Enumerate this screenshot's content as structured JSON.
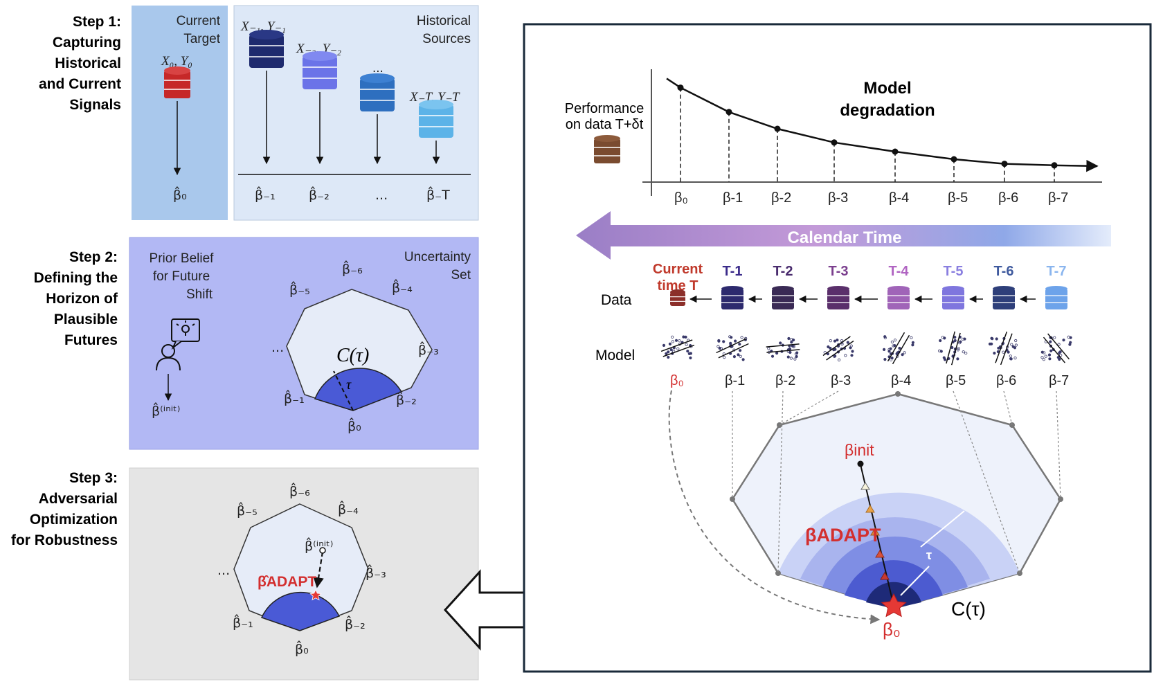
{
  "steps": [
    {
      "title_lines": [
        "Step 1:",
        "Capturing",
        "Historical",
        "and Current",
        "Signals"
      ]
    },
    {
      "title_lines": [
        "Step 2:",
        "Defining the",
        "Horizon of",
        "Plausible",
        "Futures"
      ]
    },
    {
      "title_lines": [
        "Step 3:",
        "Adversarial",
        "Optimization",
        "for Robustness"
      ]
    }
  ],
  "step1": {
    "current_target_lines": [
      "Current",
      "Target"
    ],
    "historical_sources_lines": [
      "Historical",
      "Sources"
    ],
    "current_pair": "X₀, Y₀",
    "source_pairs": [
      "X₋₁, Y₋₁",
      "X₋₂, Y₋₂",
      "...",
      "X₋T, Y₋T"
    ],
    "beta_current": "β̂₀",
    "betas": [
      "β̂₋₁",
      "β̂₋₂",
      "...",
      "β̂₋T"
    ],
    "colors": {
      "current_db": "#c62828",
      "db1": "#1e2a6e",
      "db2": "#6b73e8",
      "db3": "#2e6fbf",
      "db4": "#5cb3e8",
      "panel_left": "#a9c8ec",
      "panel_right": "#dde8f7"
    }
  },
  "step2": {
    "prior_belief_lines": [
      "Prior Belief",
      "for Future",
      "Shift"
    ],
    "uncertainty_set_lines": [
      "Uncertainty",
      "Set"
    ],
    "beta_init": "β̂⁽ⁱⁿⁱᵗ⁾",
    "polygon_labels": [
      "β̂₋₆",
      "β̂₋₅",
      "β̂₋₄",
      "...",
      "β̂₋₃",
      "β̂₋₁",
      "β̂₋₂",
      "β̂₀"
    ],
    "c_tau": "C(τ)",
    "tau": "τ",
    "colors": {
      "panel": "#b2b8f4",
      "polygon_fill": "#e6ecf8",
      "cap": "#4a5ad6"
    }
  },
  "step3": {
    "polygon_labels": [
      "β̂₋₆",
      "β̂₋₅",
      "β̂₋₄",
      "...",
      "β̂₋₃",
      "β̂₋₁",
      "β̂₋₂",
      "β̂₀"
    ],
    "beta_init": "β̂⁽ⁱⁿⁱᵗ⁾",
    "beta_adapt": "β̂ADAPT",
    "colors": {
      "panel": "#e5e5e5",
      "adapt": "#d32f2f"
    }
  },
  "right": {
    "degradation_title_lines": [
      "Model",
      "degradation"
    ],
    "performance_lines": [
      "Performance",
      "on data T+δt"
    ],
    "curve_values": [
      0.82,
      0.66,
      0.55,
      0.46,
      0.4,
      0.35,
      0.32,
      0.31
    ],
    "curve_betas": [
      "β₀",
      "β-1",
      "β-2",
      "β-3",
      "β-4",
      "β-5",
      "β-6",
      "β-7"
    ],
    "calendar_time": "Calendar Time",
    "data_label": "Data",
    "model_label": "Model",
    "time_labels": [
      {
        "text_lines": [
          "Current",
          "time T"
        ],
        "color": "#c0392b"
      },
      {
        "text_lines": [
          "T-1"
        ],
        "color": "#3b2b8a"
      },
      {
        "text_lines": [
          "T-2"
        ],
        "color": "#4a2c6e"
      },
      {
        "text_lines": [
          "T-3"
        ],
        "color": "#7b3f8e"
      },
      {
        "text_lines": [
          "T-4"
        ],
        "color": "#b064c2"
      },
      {
        "text_lines": [
          "T-5"
        ],
        "color": "#8a7fe0"
      },
      {
        "text_lines": [
          "T-6"
        ],
        "color": "#3f5a9e"
      },
      {
        "text_lines": [
          "T-7"
        ],
        "color": "#8ab5ee"
      }
    ],
    "model_betas": [
      "β₀",
      "β-1",
      "β-2",
      "β-3",
      "β-4",
      "β-5",
      "β-6",
      "β-7"
    ],
    "beta_init": "βinit",
    "beta_adapt": "βADAPT",
    "beta0": "β₀",
    "c_tau": "C(τ)",
    "tau": "τ",
    "colors": {
      "accent_red": "#d32f2f",
      "frame": "#1a2a3a",
      "arrow_start": "#9b7fc4",
      "arrow_end": "#dfe7fb"
    }
  }
}
